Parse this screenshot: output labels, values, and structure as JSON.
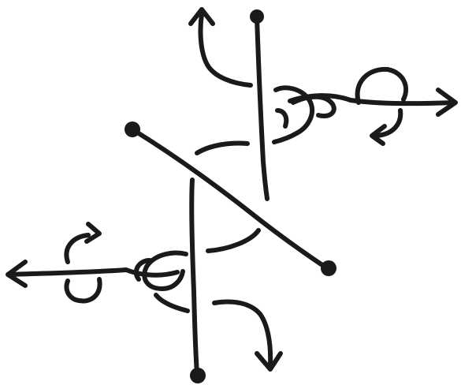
{
  "diagram": {
    "ink_color": "#1a1a1a",
    "background_color": "#ffffff",
    "strands": [
      {
        "name": "upper-vertical-strand"
      },
      {
        "name": "lower-vertical-strand"
      },
      {
        "name": "diagonal-strand"
      }
    ],
    "rotation_markers": [
      {
        "name": "upper-right-rotation"
      },
      {
        "name": "lower-left-rotation"
      }
    ]
  }
}
